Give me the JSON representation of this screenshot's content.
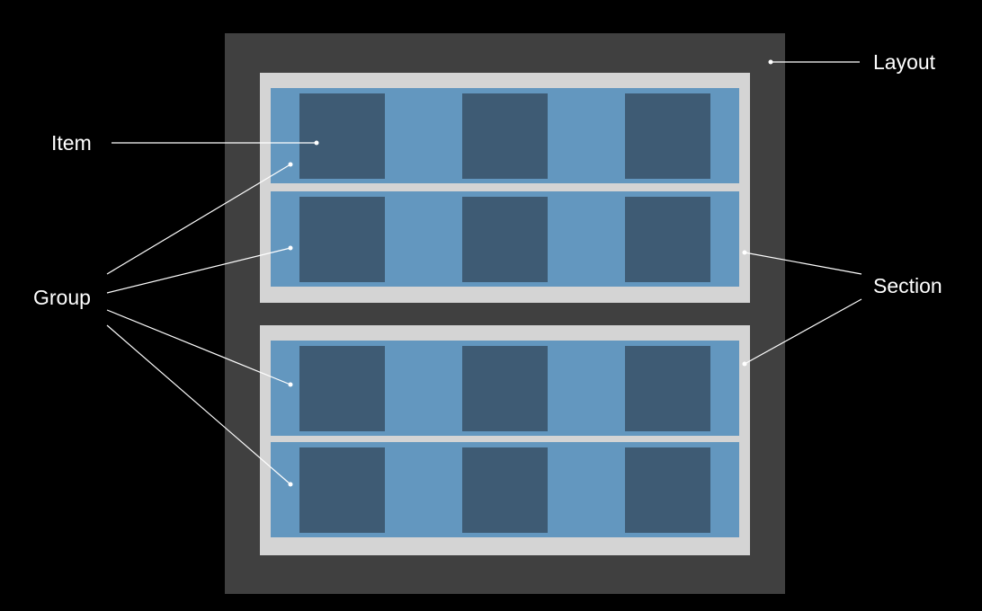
{
  "labels": {
    "layout": "Layout",
    "item": "Item",
    "group": "Group",
    "section": "Section"
  },
  "structure": {
    "sections": 2,
    "groups_per_section": 2,
    "items_per_group": 3
  },
  "colors": {
    "background": "#000000",
    "layout": "#404040",
    "section": "#d4d4d4",
    "group": "#6397bf",
    "item": "#3e5b74",
    "callout": "#ffffff"
  }
}
